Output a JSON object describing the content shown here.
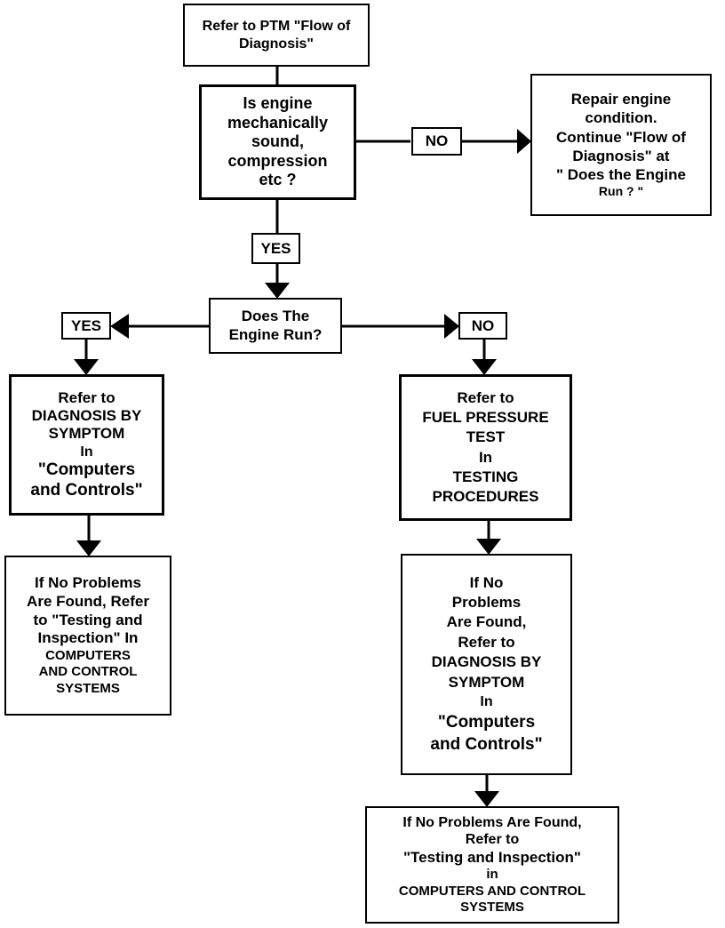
{
  "flowchart": {
    "start": {
      "lines": [
        "Refer to PTM \"Flow of",
        "Diagnosis\""
      ]
    },
    "decision_mechanical": {
      "lines": [
        "Is engine",
        "mechanically",
        "sound,",
        "compression",
        "etc ?"
      ]
    },
    "repair": {
      "lines": [
        "Repair engine",
        "condition.",
        "Continue \"Flow of",
        "Diagnosis\" at",
        "\" Does the Engine",
        "Run ? \""
      ]
    },
    "decision_runs": {
      "lines": [
        "Does The",
        "Engine Run?"
      ]
    },
    "left_symptom": {
      "lines": [
        "Refer to",
        "DIAGNOSIS BY",
        "SYMPTOM",
        "In",
        "\"Computers",
        "and  Controls\""
      ]
    },
    "left_testing": {
      "lines": [
        "If No Problems",
        "Are Found, Refer",
        "to \"Testing and",
        "Inspection\" In",
        "COMPUTERS",
        "AND CONTROL",
        "SYSTEMS"
      ]
    },
    "fuel_pressure": {
      "lines": [
        "Refer to",
        "FUEL PRESSURE",
        "TEST",
        "In",
        "TESTING",
        "PROCEDURES"
      ]
    },
    "right_symptom": {
      "lines": [
        "If No",
        "Problems",
        "Are Found,",
        "Refer to",
        "DIAGNOSIS BY",
        "SYMPTOM",
        "In",
        "\"Computers",
        "and  Controls\""
      ]
    },
    "right_testing": {
      "lines": [
        "If No Problems Are Found,",
        "Refer to",
        "\"Testing and Inspection\"",
        "in",
        "COMPUTERS AND CONTROL",
        "SYSTEMS"
      ]
    },
    "labels": {
      "no_mechanical": "NO",
      "yes_mechanical": "YES",
      "yes_runs": "YES",
      "no_runs": "NO"
    }
  }
}
